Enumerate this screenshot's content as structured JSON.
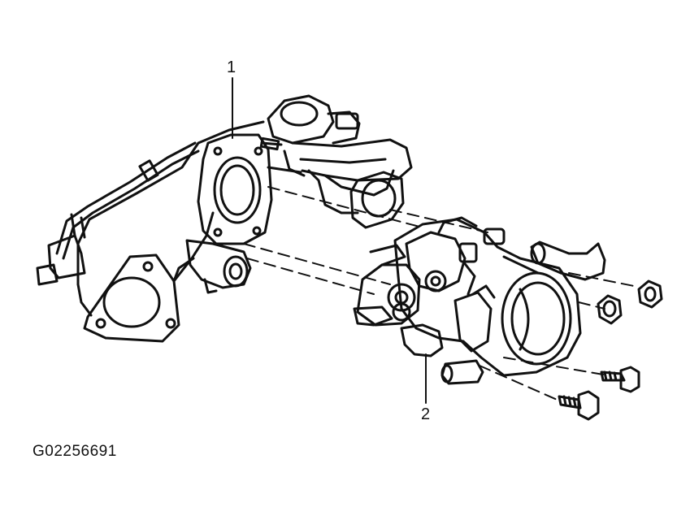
{
  "diagram": {
    "figure_id": "G02256691",
    "callouts": [
      {
        "label": "1"
      },
      {
        "label": "2"
      }
    ]
  }
}
